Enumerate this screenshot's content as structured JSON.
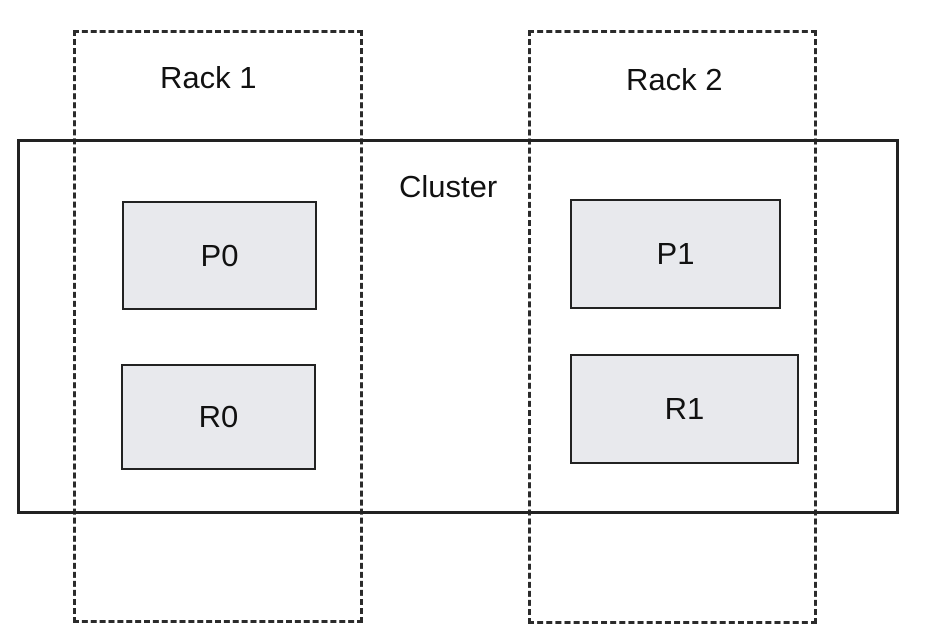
{
  "diagram": {
    "racks": [
      {
        "label": "Rack 1"
      },
      {
        "label": "Rack 2"
      }
    ],
    "cluster": {
      "label": "Cluster"
    },
    "nodes": {
      "p0": "P0",
      "r0": "R0",
      "p1": "P1",
      "r1": "R1"
    }
  }
}
